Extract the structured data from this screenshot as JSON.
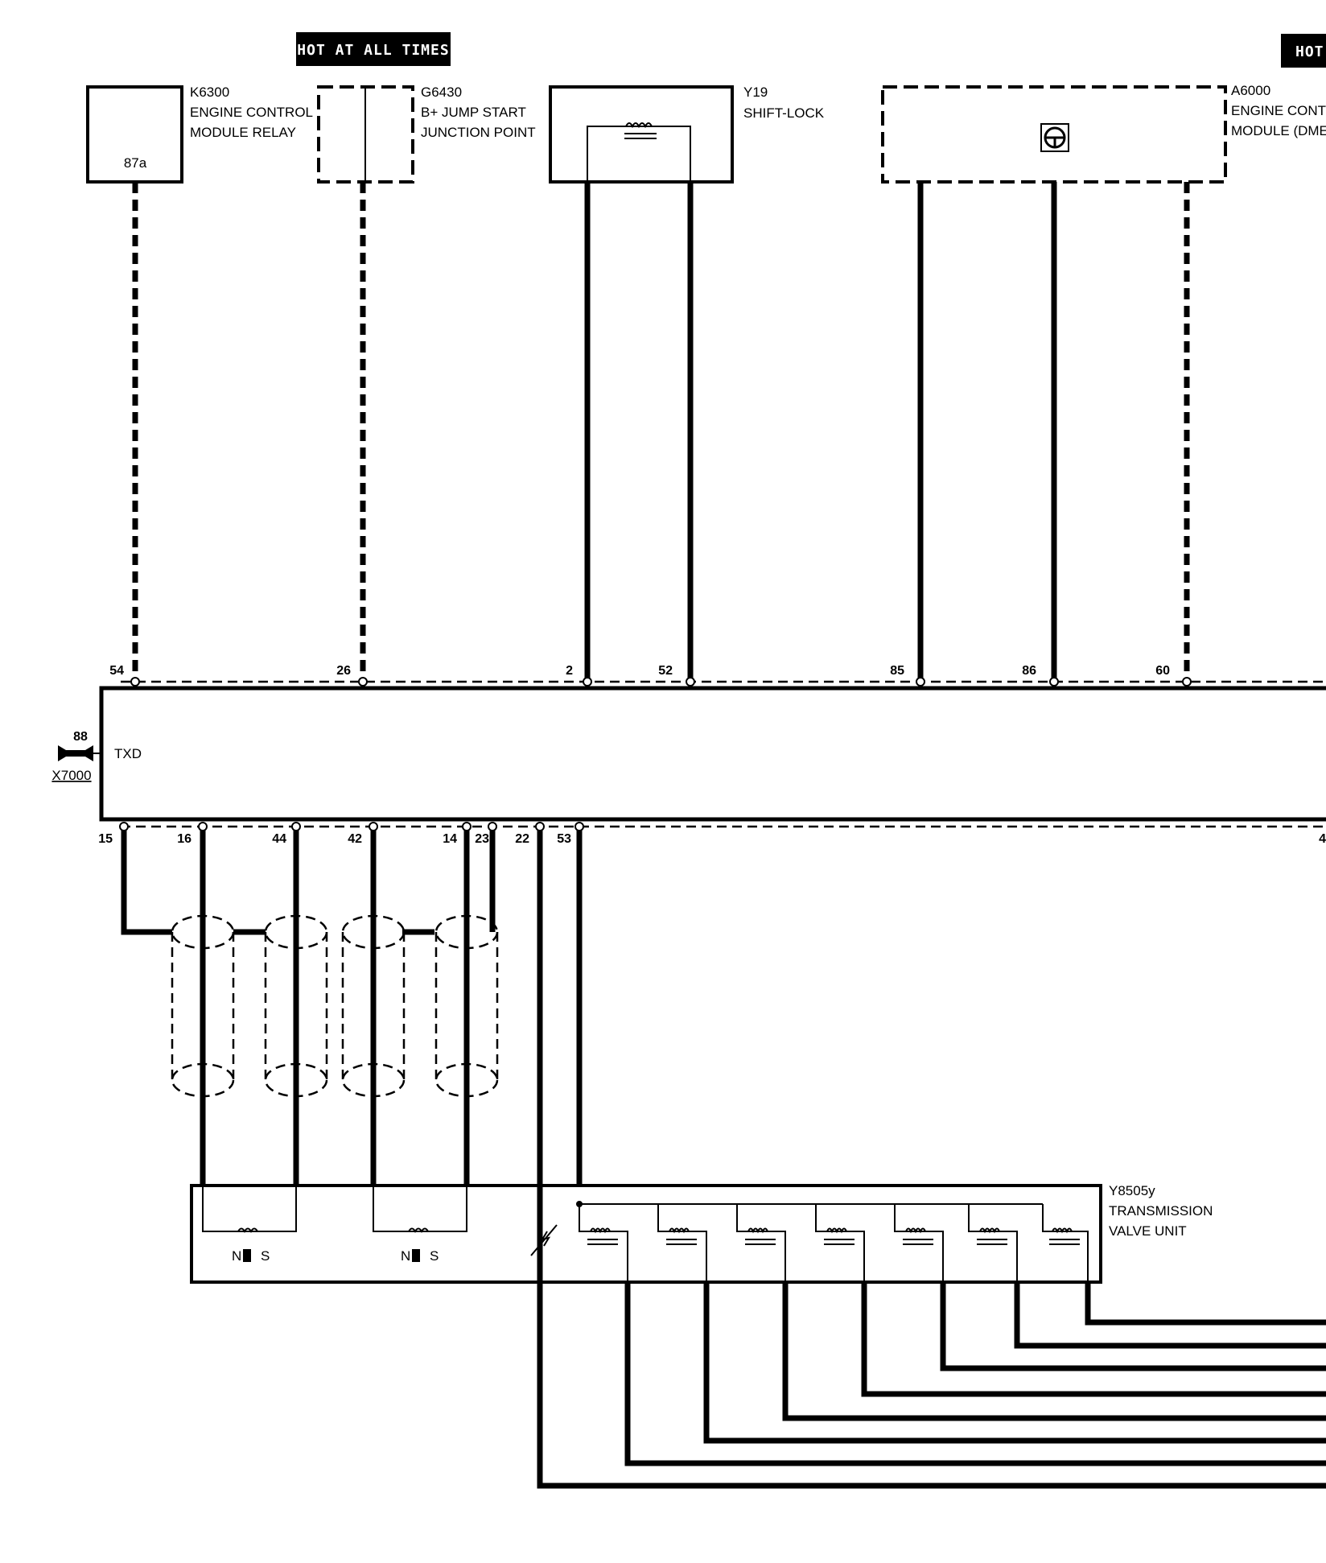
{
  "badges": {
    "hot_at_all_times": "HOT AT ALL TIMES",
    "hot_partial": "HOT"
  },
  "components": {
    "k6300": {
      "id": "K6300",
      "line1": "ENGINE CONTROL",
      "line2": "MODULE RELAY",
      "terminal": "87a"
    },
    "g6430": {
      "id": "G6430",
      "line1": "B+ JUMP START",
      "line2": "JUNCTION POINT"
    },
    "y19": {
      "id": "Y19",
      "line1": "SHIFT-LOCK"
    },
    "a6000": {
      "id": "A6000",
      "line1": "ENGINE CONTR",
      "line2": "MODULE (DME)"
    },
    "y8505y": {
      "id": "Y8505y",
      "line1": "TRANSMISSION",
      "line2": "VALVE UNIT"
    },
    "x7000": {
      "id": "X7000",
      "pin": "88"
    },
    "control_module": {
      "txd": "TXD"
    }
  },
  "pins_top": [
    "54",
    "26",
    "2",
    "52",
    "85",
    "86",
    "60"
  ],
  "pins_bottom": [
    "15",
    "16",
    "44",
    "42",
    "14",
    "23",
    "22",
    "53",
    "4"
  ],
  "sensors": [
    {
      "label_n": "N",
      "label_s": "S"
    },
    {
      "label_n": "N",
      "label_s": "S"
    }
  ],
  "colors": {
    "ink": "#000000",
    "paper": "#ffffff"
  }
}
